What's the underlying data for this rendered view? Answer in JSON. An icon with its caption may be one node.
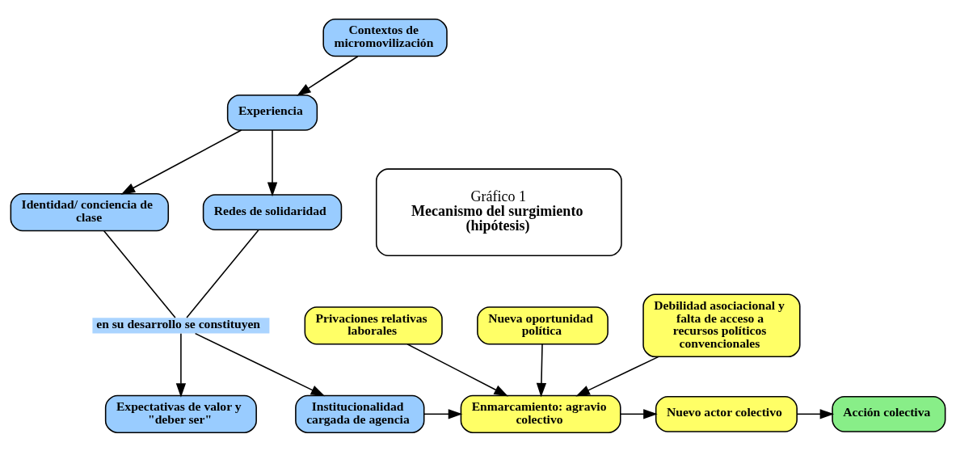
{
  "diagram": {
    "nodes": [
      {
        "text": [
          "Contextos de micromovilización"
        ]
      },
      {
        "text": [
          "Experiencia"
        ]
      },
      {
        "text": [
          "Identidad/ conciencia de clase"
        ]
      },
      {
        "text": [
          "Redes de solidaridad"
        ]
      },
      {
        "text": [
          "en su desarrollo se constituyen"
        ]
      },
      {
        "text": [
          "Expectativas de valor y \"deber ser\""
        ]
      },
      {
        "text": [
          "Institucionalidad cargada de agencia"
        ]
      },
      {
        "text": [
          "Enmarcamiento: agravio colectivo"
        ]
      },
      {
        "text": [
          "Nuevo actor colectivo"
        ]
      },
      {
        "text": [
          "Acción colectiva"
        ]
      },
      {
        "text": [
          "Privaciones relativas laborales"
        ]
      },
      {
        "text": [
          "Nueva oportunidad política"
        ]
      },
      {
        "text": [
          "Debilidad asociacional y falta de acceso a recursos políticos convencionales"
        ]
      },
      {
        "text": [
          "Gráfico 1",
          "Mecanismo del surgimiento (hipótesis)"
        ]
      }
    ],
    "edges": [
      {
        "from": 0,
        "to": 1,
        "arrow": "to"
      },
      {
        "from": 1,
        "to": 2,
        "arrow": "to"
      },
      {
        "from": 1,
        "to": 3,
        "arrow": "to"
      },
      {
        "from": 2,
        "to": 4,
        "arrow": "none"
      },
      {
        "from": 3,
        "to": 4,
        "arrow": "none"
      },
      {
        "from": 4,
        "to": 5,
        "arrow": "to"
      },
      {
        "from": 4,
        "to": 6,
        "arrow": "to"
      },
      {
        "from": 6,
        "to": 7,
        "arrow": "to"
      },
      {
        "from": 7,
        "to": 8,
        "arrow": "to"
      },
      {
        "from": 8,
        "to": 9,
        "arrow": "to"
      },
      {
        "from": 10,
        "to": 7,
        "arrow": "to"
      },
      {
        "from": 12,
        "to": 7,
        "arrow": "to"
      },
      {
        "from": 11,
        "to": 7,
        "arrow": "to"
      }
    ]
  }
}
